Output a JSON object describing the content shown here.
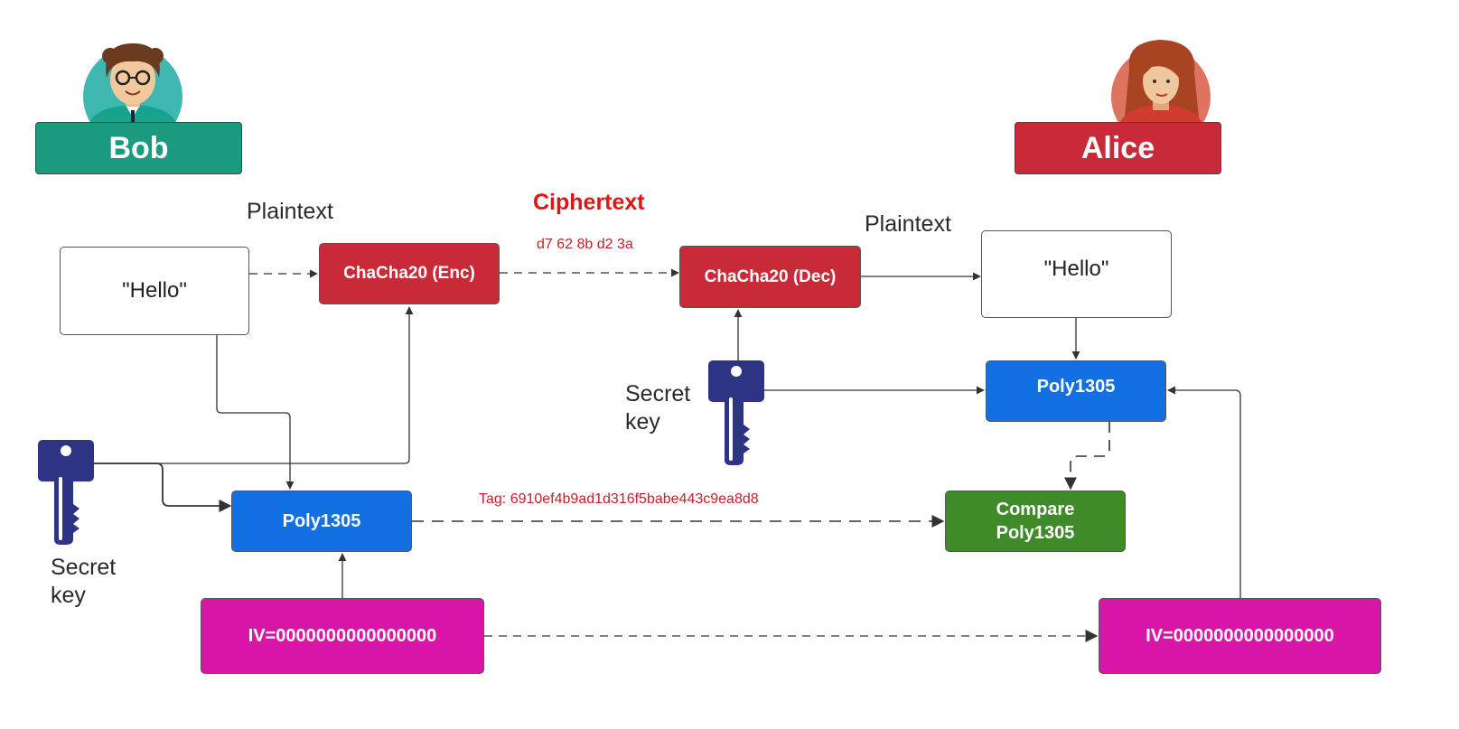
{
  "bob": {
    "name": "Bob",
    "color": "#1a9a7f"
  },
  "alice": {
    "name": "Alice",
    "color": "#c92a38"
  },
  "left": {
    "plaintext_label": "Plaintext",
    "plaintext_value": "\"Hello\"",
    "enc_box": "ChaCha20 (Enc)",
    "poly_box": "Poly1305",
    "secret_key_label": [
      "Secret",
      "key"
    ],
    "iv_box": "IV=0000000000000000"
  },
  "middle": {
    "ciphertext_label": "Ciphertext",
    "ciphertext_value": "d7 62 8b d2 3a",
    "tag_label": "Tag: 6910ef4b9ad1d316f5babe443c9ea8d8"
  },
  "right": {
    "plaintext_label": "Plaintext",
    "plaintext_value": "\"Hello\"",
    "dec_box": "ChaCha20 (Dec)",
    "poly_box": "Poly1305",
    "compare_box": [
      "Compare",
      "Poly1305"
    ],
    "secret_key_label": [
      "Secret",
      "key"
    ],
    "iv_box": "IV=0000000000000000"
  },
  "colors": {
    "chacha": "#c92a38",
    "poly": "#1270e3",
    "compare": "#3f8a29",
    "iv": "#d816a8",
    "key": "#2c3483",
    "annotation": "#c81e28"
  }
}
